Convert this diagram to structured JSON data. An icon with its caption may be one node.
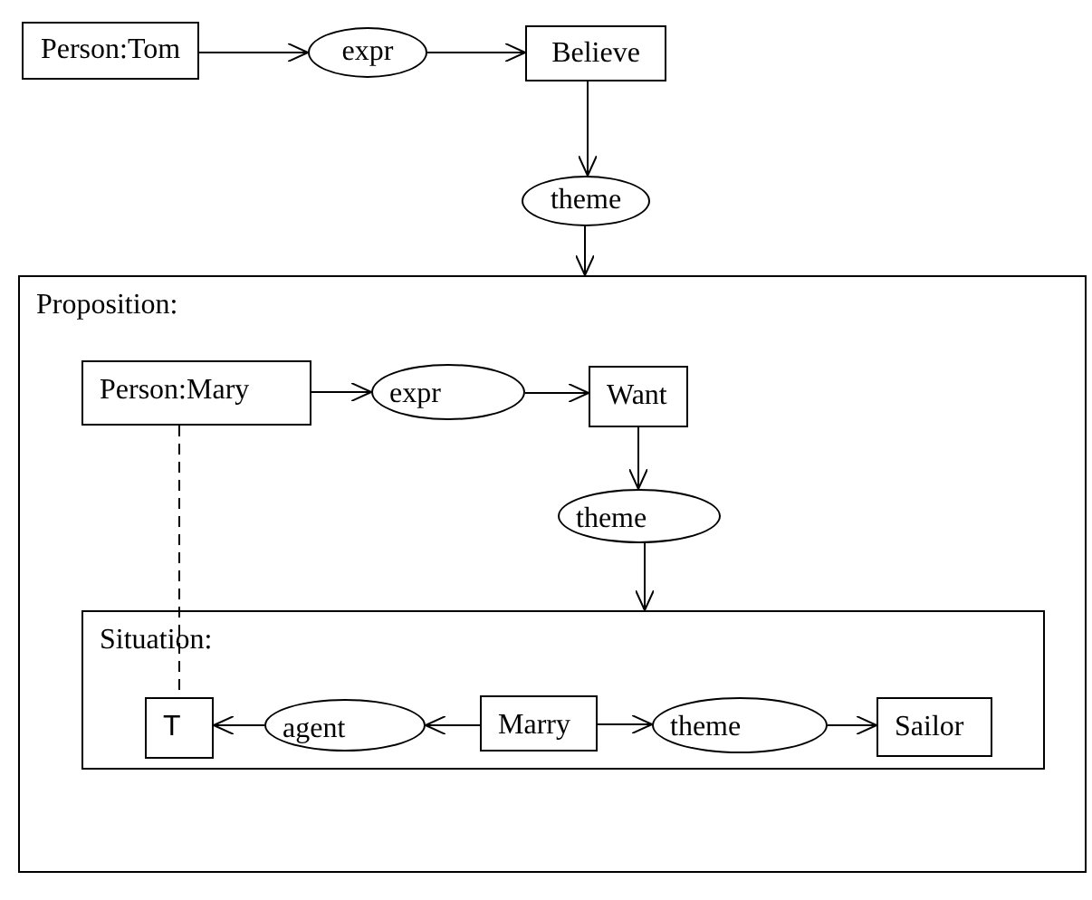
{
  "diagram": {
    "nodes": [
      {
        "text": [
          "Person:Tom"
        ]
      },
      {
        "text": [
          "expr"
        ]
      },
      {
        "text": [
          "Believe"
        ]
      },
      {
        "text": [
          "theme"
        ]
      },
      {
        "text": [
          "Proposition:"
        ]
      },
      {
        "text": [
          "Person:Mary"
        ],
        "in": 4
      },
      {
        "text": [
          "expr"
        ],
        "in": 4
      },
      {
        "text": [
          "Want"
        ],
        "in": 4
      },
      {
        "text": [
          "theme"
        ],
        "in": 4
      },
      {
        "text": [
          "Situation:"
        ],
        "in": 4
      },
      {
        "text": [
          "T"
        ],
        "in": 9
      },
      {
        "text": [
          "agent"
        ],
        "in": 9
      },
      {
        "text": [
          "Marry"
        ],
        "in": 9
      },
      {
        "text": [
          "theme"
        ],
        "in": 9
      },
      {
        "text": [
          "Sailor"
        ],
        "in": 9
      }
    ],
    "edges": [
      {
        "from": 0,
        "to": 1,
        "arrow": "to"
      },
      {
        "from": 1,
        "to": 2,
        "arrow": "to"
      },
      {
        "from": 2,
        "to": 3,
        "arrow": "to"
      },
      {
        "from": 3,
        "to": 4,
        "arrow": "to"
      },
      {
        "from": 5,
        "to": 6,
        "arrow": "to"
      },
      {
        "from": 6,
        "to": 7,
        "arrow": "to"
      },
      {
        "from": 7,
        "to": 8,
        "arrow": "to"
      },
      {
        "from": 8,
        "to": 9,
        "arrow": "to"
      },
      {
        "from": 12,
        "to": 11,
        "arrow": "to"
      },
      {
        "from": 11,
        "to": 10,
        "arrow": "to"
      },
      {
        "from": 12,
        "to": 13,
        "arrow": "to"
      },
      {
        "from": 13,
        "to": 14,
        "arrow": "to"
      },
      {
        "from": 5,
        "to": 10,
        "arrow": "none",
        "style": "dashed"
      }
    ]
  }
}
